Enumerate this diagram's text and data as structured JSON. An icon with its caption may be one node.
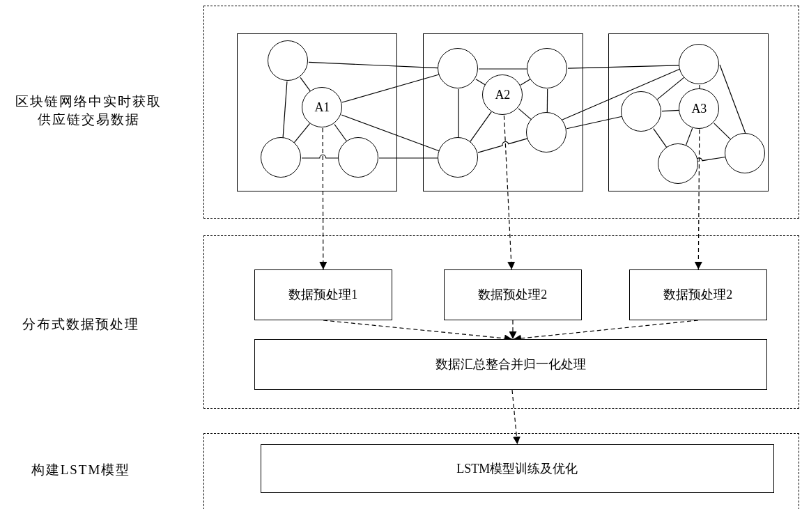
{
  "diagram": {
    "nodes": [
      {
        "text": [],
        "shape": "box"
      },
      {
        "text": [],
        "shape": "box",
        "in": 0
      },
      {
        "text": [],
        "shape": "circle",
        "in": 1
      },
      {
        "text": [
          "A1"
        ],
        "in": 1
      },
      {
        "text": [],
        "shape": "circle",
        "in": 1
      },
      {
        "text": [],
        "shape": "circle",
        "in": 1
      },
      {
        "text": [],
        "shape": "box",
        "in": 0
      },
      {
        "text": [],
        "shape": "circle",
        "in": 6
      },
      {
        "text": [
          "A2"
        ],
        "in": 6
      },
      {
        "text": [],
        "shape": "circle",
        "in": 6
      },
      {
        "text": [],
        "shape": "circle",
        "in": 6
      },
      {
        "text": [],
        "shape": "circle",
        "in": 6
      },
      {
        "text": [],
        "shape": "box",
        "in": 0
      },
      {
        "text": [],
        "shape": "circle",
        "in": 12
      },
      {
        "text": [],
        "shape": "circle",
        "in": 12
      },
      {
        "text": [
          "A3"
        ],
        "in": 12
      },
      {
        "text": [],
        "shape": "circle",
        "in": 12
      },
      {
        "text": [],
        "shape": "circle",
        "in": 12
      },
      {
        "text": [],
        "shape": "box"
      },
      {
        "text": [
          "数据预处理1"
        ],
        "in": 18
      },
      {
        "text": [
          "数据预处理2"
        ],
        "in": 18
      },
      {
        "text": [
          "数据预处理2"
        ],
        "in": 18
      },
      {
        "text": [
          "数据汇总整合并归一化处理"
        ],
        "in": 18
      },
      {
        "text": [],
        "shape": "box"
      },
      {
        "text": [
          "LSTM模型训练及优化"
        ],
        "in": 23
      }
    ],
    "edges": [
      {
        "from": 2,
        "to": 3,
        "arrow": "none"
      },
      {
        "from": 2,
        "to": 4,
        "arrow": "none"
      },
      {
        "from": 3,
        "to": 4,
        "arrow": "none"
      },
      {
        "from": 3,
        "to": 5,
        "arrow": "none"
      },
      {
        "from": 4,
        "to": 5,
        "arrow": "none"
      },
      {
        "from": 2,
        "to": 7,
        "arrow": "none"
      },
      {
        "from": 3,
        "to": 7,
        "arrow": "none"
      },
      {
        "from": 3,
        "to": 11,
        "arrow": "none"
      },
      {
        "from": 5,
        "to": 11,
        "arrow": "none"
      },
      {
        "from": 7,
        "to": 9,
        "arrow": "none"
      },
      {
        "from": 7,
        "to": 8,
        "arrow": "none"
      },
      {
        "from": 7,
        "to": 11,
        "arrow": "none"
      },
      {
        "from": 8,
        "to": 9,
        "arrow": "none"
      },
      {
        "from": 9,
        "to": 10,
        "arrow": "none"
      },
      {
        "from": 8,
        "to": 10,
        "arrow": "none"
      },
      {
        "from": 8,
        "to": 11,
        "arrow": "none"
      },
      {
        "from": 11,
        "to": 10,
        "arrow": "none"
      },
      {
        "from": 9,
        "to": 13,
        "arrow": "none"
      },
      {
        "from": 10,
        "to": 13,
        "arrow": "none"
      },
      {
        "from": 10,
        "to": 14,
        "arrow": "none"
      },
      {
        "from": 14,
        "to": 13,
        "arrow": "none"
      },
      {
        "from": 15,
        "to": 13,
        "arrow": "none"
      },
      {
        "from": 14,
        "to": 15,
        "arrow": "none"
      },
      {
        "from": 14,
        "to": 16,
        "arrow": "none"
      },
      {
        "from": 15,
        "to": 16,
        "arrow": "none"
      },
      {
        "from": 15,
        "to": 17,
        "arrow": "none"
      },
      {
        "from": 13,
        "to": 17,
        "arrow": "none"
      },
      {
        "from": 16,
        "to": 17,
        "arrow": "none"
      },
      {
        "from": 3,
        "to": 19,
        "arrow": "to",
        "style": "dashed"
      },
      {
        "from": 8,
        "to": 20,
        "arrow": "to",
        "style": "dashed"
      },
      {
        "from": 15,
        "to": 21,
        "arrow": "to",
        "style": "dashed"
      },
      {
        "from": 19,
        "to": 22,
        "arrow": "to",
        "style": "dashed"
      },
      {
        "from": 20,
        "to": 22,
        "arrow": "to",
        "style": "dashed"
      },
      {
        "from": 21,
        "to": 22,
        "arrow": "to",
        "style": "dashed"
      },
      {
        "from": 22,
        "to": 24,
        "arrow": "to",
        "style": "dashed"
      }
    ],
    "labels": [
      "区块链网络中实时获取供应链交易数据",
      "分布式数据预处理",
      "构建LSTM模型"
    ]
  }
}
